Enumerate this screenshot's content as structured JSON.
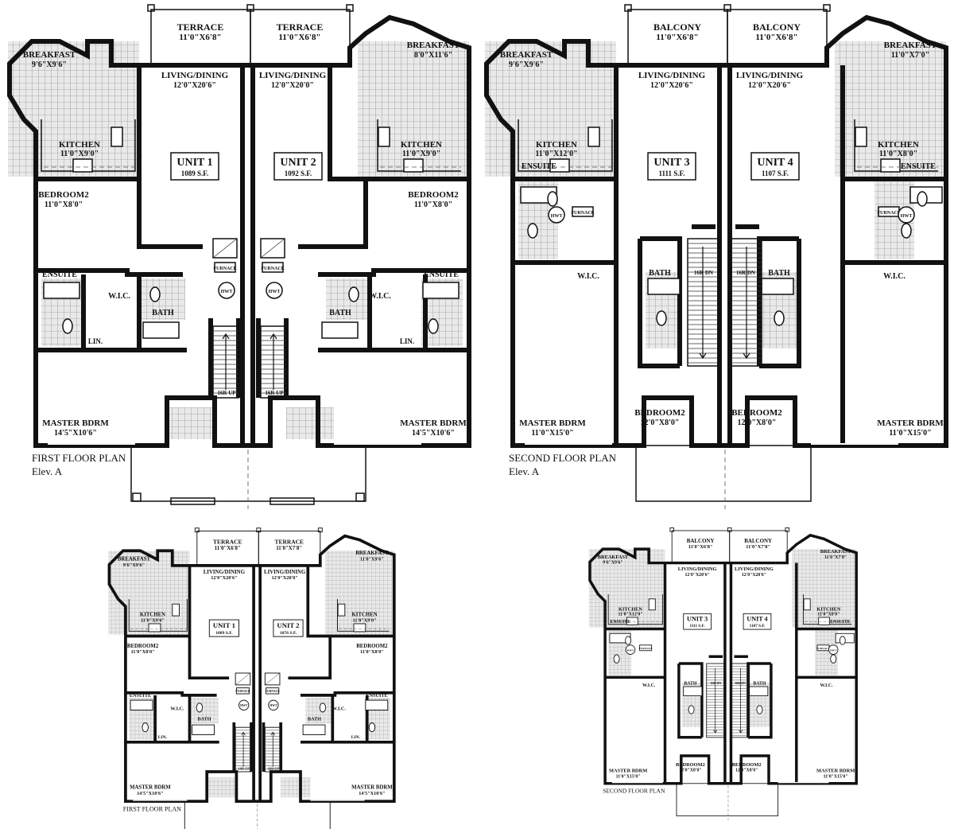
{
  "plans": [
    {
      "id": "first-floor-large",
      "title": "FIRST FLOOR PLAN",
      "subtitle": "Elev. A",
      "outdoor_left": {
        "name": "TERRACE",
        "dims": "11'0\"X6'8\""
      },
      "outdoor_right": {
        "name": "TERRACE",
        "dims": "11'0\"X6'8\""
      },
      "units": [
        {
          "name": "UNIT 1",
          "area": "1089 S.F.",
          "breakfast": {
            "name": "BREAKFAST",
            "dims": "9'6\"X9'6\""
          },
          "living": {
            "name": "LIVING/DINING",
            "dims": "12'0\"X20'6\""
          },
          "kitchen": {
            "name": "KITCHEN",
            "dims": "11'0\"X9'0\""
          },
          "bedroom": {
            "name": "BEDROOM2",
            "dims": "11'0\"X8'0\""
          },
          "master": {
            "name": "MASTER BDRM",
            "dims": "14'5\"X10'6\""
          }
        },
        {
          "name": "UNIT 2",
          "area": "1092 S.F.",
          "breakfast": {
            "name": "BREAKFAST",
            "dims": "8'0\"X11'6\""
          },
          "living": {
            "name": "LIVING/DINING",
            "dims": "12'0\"X20'0\""
          },
          "kitchen": {
            "name": "KITCHEN",
            "dims": "11'0\"X9'0\""
          },
          "bedroom": {
            "name": "BEDROOM2",
            "dims": "11'0\"X8'0\""
          },
          "master": {
            "name": "MASTER BDRM",
            "dims": "14'5\"X10'6\""
          }
        }
      ],
      "rooms": {
        "ensuite": "ENSUITE",
        "wic": "W.I.C.",
        "bath": "BATH",
        "lin": "LIN.",
        "furnace": "FURNACE",
        "hwt": "HWT",
        "stairs": "16R UP"
      }
    },
    {
      "id": "second-floor-large",
      "title": "SECOND FLOOR PLAN",
      "subtitle": "Elev. A",
      "outdoor_left": {
        "name": "BALCONY",
        "dims": "11'0\"X6'8\""
      },
      "outdoor_right": {
        "name": "BALCONY",
        "dims": "11'0\"X6'8\""
      },
      "units": [
        {
          "name": "UNIT 3",
          "area": "1111 S.F.",
          "breakfast": {
            "name": "BREAKFAST",
            "dims": "9'6\"X9'6\""
          },
          "living": {
            "name": "LIVING/DINING",
            "dims": "12'0\"X20'6\""
          },
          "kitchen": {
            "name": "KITCHEN",
            "dims": "11'0\"X12'0\""
          },
          "bedroom": {
            "name": "BEDROOM2",
            "dims": "12'0\"X8'0\""
          },
          "master": {
            "name": "MASTER BDRM",
            "dims": "11'0\"X15'0\""
          }
        },
        {
          "name": "UNIT 4",
          "area": "1107 S.F.",
          "breakfast": {
            "name": "BREAKFAST",
            "dims": "11'0\"X7'0\""
          },
          "living": {
            "name": "LIVING/DINING",
            "dims": "12'0\"X20'6\""
          },
          "kitchen": {
            "name": "KITCHEN",
            "dims": "11'0\"X8'0\""
          },
          "bedroom": {
            "name": "BEDROOM2",
            "dims": "12'0\"X8'0\""
          },
          "master": {
            "name": "MASTER BDRM",
            "dims": "11'0\"X15'0\""
          }
        }
      ],
      "rooms": {
        "ensuite": "ENSUITE",
        "wic": "W.I.C.",
        "bath": "BATH",
        "furnace": "FURNACE",
        "hwt": "HWT",
        "stairs": "16R DN"
      }
    },
    {
      "id": "first-floor-small",
      "title": "FIRST FLOOR PLAN",
      "outdoor_left": {
        "name": "TERRACE",
        "dims": "11'0\"X6'8\""
      },
      "outdoor_right": {
        "name": "TERRACE",
        "dims": "11'0\"X7'8\""
      },
      "units": [
        {
          "name": "UNIT 1",
          "area": "1089 S.F.",
          "breakfast": {
            "name": "BREAKFAST",
            "dims": "9'6\"X9'6\""
          },
          "living": {
            "name": "LIVING/DINING",
            "dims": "12'0\"X20'6\""
          },
          "kitchen": {
            "name": "KITCHEN",
            "dims": "11'0\"X9'0\""
          },
          "bedroom": {
            "name": "BEDROOM2",
            "dims": "11'0\"X8'0\""
          },
          "master": {
            "name": "MASTER BDRM",
            "dims": "14'5\"X10'6\""
          }
        },
        {
          "name": "UNIT 2",
          "area": "1076 S.F.",
          "breakfast": {
            "name": "BREAKFAST",
            "dims": "11'0\"X9'6\""
          },
          "living": {
            "name": "LIVING/DINING",
            "dims": "12'0\"X20'0\""
          },
          "kitchen": {
            "name": "KITCHEN",
            "dims": "11'0\"X9'0\""
          },
          "bedroom": {
            "name": "BEDROOM2",
            "dims": "11'0\"X8'0\""
          },
          "master": {
            "name": "MASTER BDRM",
            "dims": "14'5\"X10'6\""
          }
        }
      ],
      "rooms": {
        "ensuite": "ENSUITE",
        "wic": "W.I.C.",
        "bath": "BATH",
        "lin": "LIN.",
        "furnace": "FURNACE",
        "hwt": "HWT",
        "stairs": "16R UP"
      }
    },
    {
      "id": "second-floor-small",
      "title": "SECOND FLOOR PLAN",
      "outdoor_left": {
        "name": "BALCONY",
        "dims": "11'0\"X6'8\""
      },
      "outdoor_right": {
        "name": "BALCONY",
        "dims": "11'0\"X7'8\""
      },
      "units": [
        {
          "name": "UNIT 3",
          "area": "1111 S.F.",
          "breakfast": {
            "name": "BREAKFAST",
            "dims": "9'6\"X9'6\""
          },
          "living": {
            "name": "LIVING/DINING",
            "dims": "12'0\"X20'6\""
          },
          "kitchen": {
            "name": "KITCHEN",
            "dims": "11'0\"X12'0\""
          },
          "bedroom": {
            "name": "BEDROOM2",
            "dims": "12'0\"X8'0\""
          },
          "master": {
            "name": "MASTER BDRM",
            "dims": "11'0\"X15'0\""
          }
        },
        {
          "name": "UNIT 4",
          "area": "1107 S.F.",
          "breakfast": {
            "name": "BREAKFAST",
            "dims": "11'0\"X7'0\""
          },
          "living": {
            "name": "LIVING/DINING",
            "dims": "12'0\"X20'6\""
          },
          "kitchen": {
            "name": "KITCHEN",
            "dims": "11'0\"X8'0\""
          },
          "bedroom": {
            "name": "BEDROOM2",
            "dims": "12'0\"X8'0\""
          },
          "master": {
            "name": "MASTER BDRM",
            "dims": "11'0\"X15'0\""
          }
        }
      ],
      "rooms": {
        "ensuite": "ENSUITE",
        "wic": "W.I.C.",
        "bath": "BATH",
        "furnace": "FURNACE",
        "hwt": "HWT",
        "stairs": "16R DN"
      }
    }
  ]
}
